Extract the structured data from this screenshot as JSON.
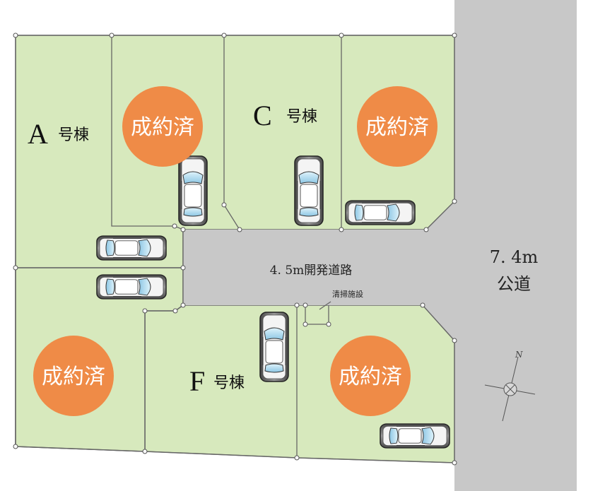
{
  "lots": [
    {
      "letter": "A",
      "suffix": "号棟"
    },
    {
      "letter": "C",
      "suffix": "号棟"
    },
    {
      "letter": "F",
      "suffix": "号棟"
    }
  ],
  "sold_label": "成約済",
  "development_road": "4. 5m開発道路",
  "public_road": {
    "line1": "7. 4m",
    "line2": "公道"
  },
  "cleaning_facility": "清掃施設",
  "compass": {
    "north": "N"
  },
  "colors": {
    "lot_fill": "#d7e9bd",
    "road_fill": "#c8c8c8",
    "sold_badge": "#ef8b47",
    "boundary": "#666666"
  }
}
